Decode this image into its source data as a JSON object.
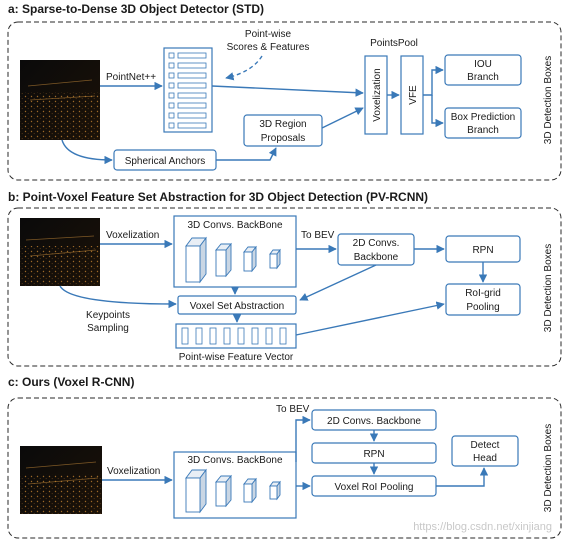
{
  "colors": {
    "accent": "#3a79b8",
    "text": "#1a1a1a",
    "panel_border": "#2a2a2a"
  },
  "panel_a": {
    "title": "a:  Sparse-to-Dense 3D Object Detector (STD)",
    "pointnet": "PointNet++",
    "pointwise_1": "Point-wise",
    "pointwise_2": "Scores & Features",
    "pointspool": "PointsPool",
    "voxelization": "Voxelization",
    "vfe": "VFE",
    "iou_1": "IOU",
    "iou_2": "Branch",
    "boxpred_1": "Box Prediction",
    "boxpred_2": "Branch",
    "region_1": "3D Region",
    "region_2": "Proposals",
    "anchors": "Spherical Anchors",
    "output": "3D Detection Boxes"
  },
  "panel_b": {
    "title": "b:  Point-Voxel Feature Set Abstraction for 3D Object Detection (PV-RCNN)",
    "voxelization": "Voxelization",
    "backbone3d": "3D Convs. BackBone",
    "to_bev": "To BEV",
    "conv2d_1": "2D Convs.",
    "conv2d_2": "Backbone",
    "rpn": "RPN",
    "vsa": "Voxel Set Abstraction",
    "keypoints_1": "Keypoints",
    "keypoints_2": "Sampling",
    "roigrid_1": "RoI-grid",
    "roigrid_2": "Pooling",
    "pfv": "Point-wise Feature Vector",
    "output": "3D Detection Boxes"
  },
  "panel_c": {
    "title": "c:  Ours (Voxel R-CNN)",
    "voxelization": "Voxelization",
    "backbone3d": "3D Convs. BackBone",
    "to_bev": "To BEV",
    "conv2d": "2D Convs. Backbone",
    "rpn": "RPN",
    "roipool": "Voxel RoI Pooling",
    "detect_1": "Detect",
    "detect_2": "Head",
    "output": "3D Detection Boxes"
  },
  "watermark": "https://blog.csdn.net/xinjiang"
}
